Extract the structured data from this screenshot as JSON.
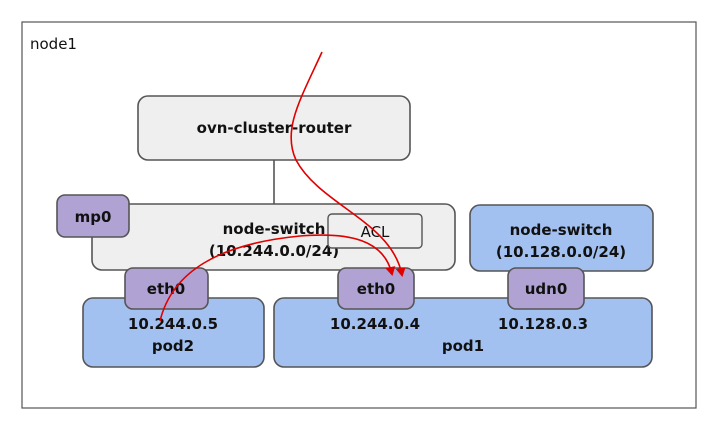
{
  "node": {
    "name": "node1"
  },
  "router": {
    "label": "ovn-cluster-router"
  },
  "mgmt_port": {
    "label": "mp0"
  },
  "default_switch": {
    "name": "node-switch",
    "cidr": "(10.244.0.0/24)",
    "acl_label": "ACL"
  },
  "udn_switch": {
    "name": "node-switch",
    "cidr": "(10.128.0.0/24)"
  },
  "pod2": {
    "iface": "eth0",
    "ip": "10.244.0.5",
    "name": "pod2"
  },
  "pod1": {
    "iface_default": "eth0",
    "ip_default": "10.244.0.4",
    "iface_udn": "udn0",
    "ip_udn": "10.128.0.3",
    "name": "pod1"
  },
  "colors": {
    "grey_fill": "#efefef",
    "blue_fill": "#a3c1f0",
    "purple_fill": "#b0a2d3",
    "stroke": "#555555",
    "arrow": "#e00000"
  }
}
